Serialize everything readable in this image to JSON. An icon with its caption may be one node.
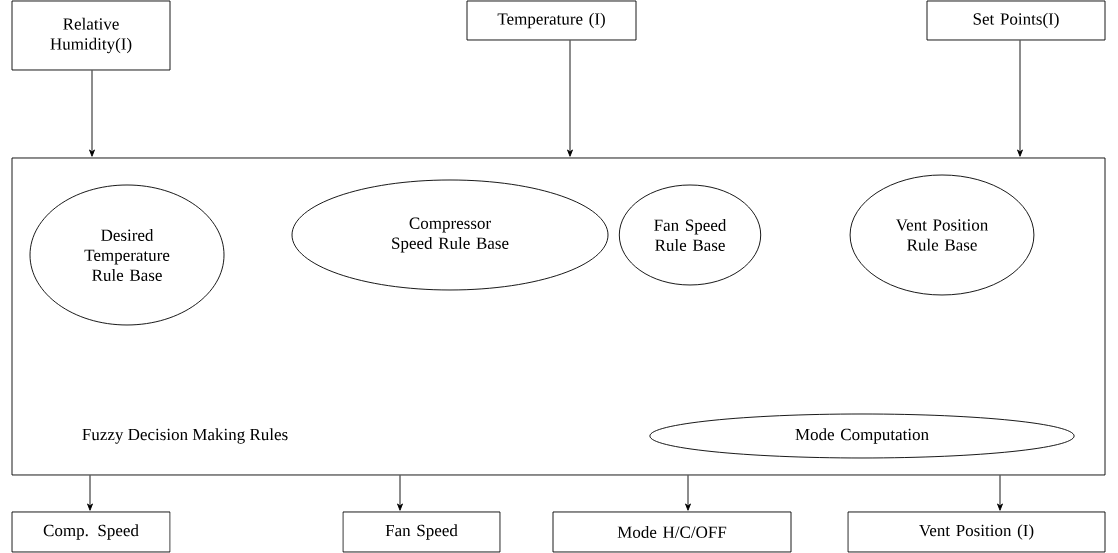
{
  "diagram": {
    "nodes": [
      {
        "text": [
          "Relative Humidity(I)"
        ]
      },
      {
        "text": [
          "Temperature (I)"
        ]
      },
      {
        "text": [
          "Set Points(I)"
        ]
      },
      {
        "text": [
          "Fuzzy Decision Making Rules"
        ]
      },
      {
        "text": [
          "Desired Temperature Rule Base"
        ],
        "in": 3
      },
      {
        "text": [
          "Compressor Speed Rule Base"
        ],
        "in": 3
      },
      {
        "text": [
          "Fan Speed Rule Base"
        ],
        "in": 3
      },
      {
        "text": [
          "Vent Position Rule Base"
        ],
        "in": 3
      },
      {
        "text": [
          "Mode Computation"
        ],
        "in": 3
      },
      {
        "text": [
          "Comp. Speed"
        ]
      },
      {
        "text": [
          "Fan Speed"
        ]
      },
      {
        "text": [
          "Mode H/C/OFF"
        ]
      },
      {
        "text": [
          "Vent Position (I)"
        ]
      }
    ],
    "edges": [
      {
        "from": 0,
        "to": 3,
        "arrow": "to"
      },
      {
        "from": 1,
        "to": 3,
        "arrow": "to"
      },
      {
        "from": 2,
        "to": 3,
        "arrow": "to"
      },
      {
        "from": 3,
        "to": 9,
        "arrow": "to"
      },
      {
        "from": 3,
        "to": 10,
        "arrow": "to"
      },
      {
        "from": 3,
        "to": 11,
        "arrow": "to"
      },
      {
        "from": 3,
        "to": 12,
        "arrow": "to"
      }
    ]
  }
}
